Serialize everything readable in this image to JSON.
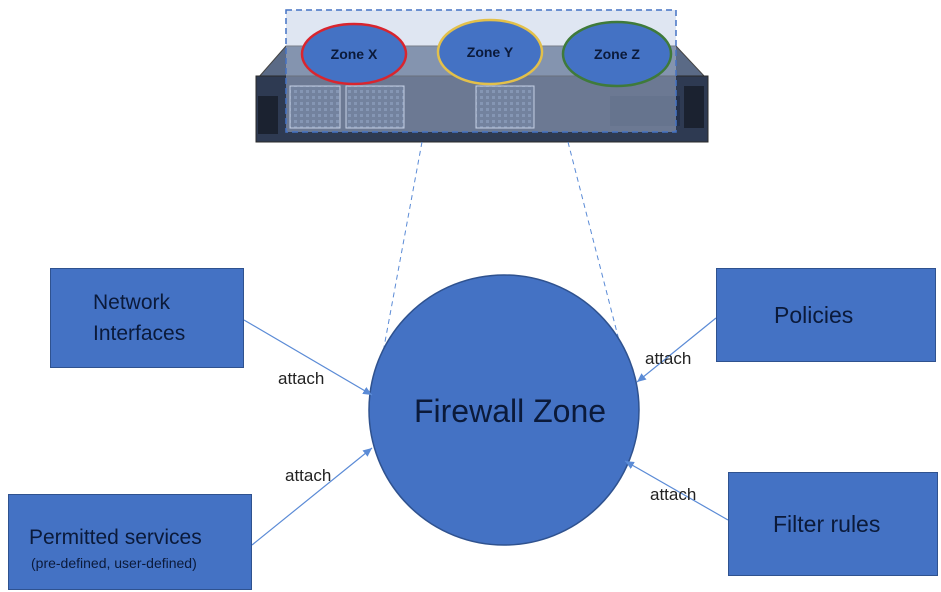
{
  "device": {
    "zones": [
      {
        "label": "Zone X",
        "border_color": "#d9252e"
      },
      {
        "label": "Zone Y",
        "border_color": "#e3c04a"
      },
      {
        "label": "Zone Z",
        "border_color": "#3f7a3a"
      }
    ]
  },
  "center": {
    "label": "Firewall Zone"
  },
  "boxes": {
    "network_interfaces": {
      "line1": "Network",
      "line2": "Interfaces"
    },
    "permitted_services": {
      "line1": "Permitted services",
      "line2": "(pre-defined, user-defined)"
    },
    "policies": {
      "label": "Policies"
    },
    "filter_rules": {
      "label": "Filter rules"
    }
  },
  "connections": [
    {
      "from": "network_interfaces",
      "label": "attach"
    },
    {
      "from": "permitted_services",
      "label": "attach"
    },
    {
      "from": "policies",
      "label": "attach"
    },
    {
      "from": "filter_rules",
      "label": "attach"
    }
  ],
  "colors": {
    "fill": "#4472c4",
    "stroke": "#2f528f",
    "arrow": "#5b8bd6"
  }
}
